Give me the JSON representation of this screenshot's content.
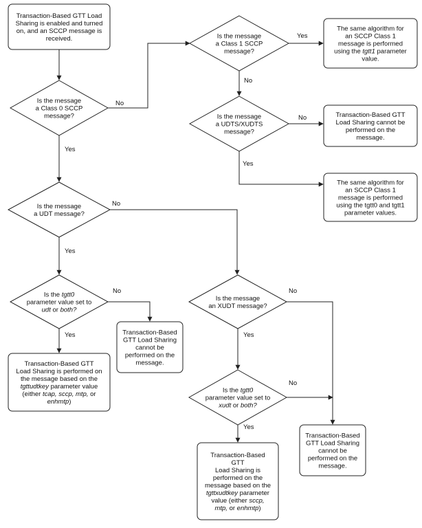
{
  "diagram": {
    "nodes": [
      {
        "id": "start",
        "shape": "process",
        "lines": [
          [
            {
              "t": "Transaction-Based GTT Load"
            }
          ],
          [
            {
              "t": "Sharing is enabled and turned"
            }
          ],
          [
            {
              "t": "on, and an SCCP message is"
            }
          ],
          [
            {
              "t": "received."
            }
          ]
        ]
      },
      {
        "id": "q_class0",
        "shape": "decision",
        "lines": [
          [
            {
              "t": "Is the message"
            }
          ],
          [
            {
              "t": "a Class 0 SCCP"
            }
          ],
          [
            {
              "t": "message?"
            }
          ]
        ]
      },
      {
        "id": "q_class1",
        "shape": "decision",
        "lines": [
          [
            {
              "t": "Is the message"
            }
          ],
          [
            {
              "t": "a Class 1 SCCP"
            }
          ],
          [
            {
              "t": "message?"
            }
          ]
        ]
      },
      {
        "id": "r_class1_tgtt1",
        "shape": "process",
        "lines": [
          [
            {
              "t": "The same algorithm for"
            }
          ],
          [
            {
              "t": "an SCCP Class 1"
            }
          ],
          [
            {
              "t": "message is performed"
            }
          ],
          [
            {
              "t": "using the "
            },
            {
              "t": "tgtt1",
              "i": true
            },
            {
              "t": " parameter"
            }
          ],
          [
            {
              "t": "value."
            }
          ]
        ]
      },
      {
        "id": "q_udts",
        "shape": "decision",
        "lines": [
          [
            {
              "t": "Is the message"
            }
          ],
          [
            {
              "t": "a UDTS/XUDTS"
            }
          ],
          [
            {
              "t": "message?"
            }
          ]
        ]
      },
      {
        "id": "r_udts_no",
        "shape": "process",
        "lines": [
          [
            {
              "t": "Transaction-Based GTT"
            }
          ],
          [
            {
              "t": "Load Sharing cannot be"
            }
          ],
          [
            {
              "t": "performed on the"
            }
          ],
          [
            {
              "t": "message."
            }
          ]
        ]
      },
      {
        "id": "r_udts_yes",
        "shape": "process",
        "lines": [
          [
            {
              "t": "The same algorithm for"
            }
          ],
          [
            {
              "t": "an SCCP Class 1"
            }
          ],
          [
            {
              "t": "message is performed"
            }
          ],
          [
            {
              "t": "using the tgtt0 and tgtt1"
            }
          ],
          [
            {
              "t": "parameter values."
            }
          ]
        ]
      },
      {
        "id": "q_udt",
        "shape": "decision",
        "lines": [
          [
            {
              "t": "Is the message"
            }
          ],
          [
            {
              "t": "a UDT message?"
            }
          ]
        ]
      },
      {
        "id": "q_tgtt0_udt",
        "shape": "decision",
        "lines": [
          [
            {
              "t": "Is the "
            },
            {
              "t": "tgtt0",
              "i": true
            }
          ],
          [
            {
              "t": "parameter value set to"
            }
          ],
          [
            {
              "t": "udt",
              "i": true
            },
            {
              "t": " or "
            },
            {
              "t": "both?",
              "i": true
            }
          ]
        ]
      },
      {
        "id": "r_udt_no",
        "shape": "process",
        "lines": [
          [
            {
              "t": "Transaction-Based"
            }
          ],
          [
            {
              "t": "GTT Load Sharing"
            }
          ],
          [
            {
              "t": "cannot be"
            }
          ],
          [
            {
              "t": "performed on the"
            }
          ],
          [
            {
              "t": "message."
            }
          ]
        ]
      },
      {
        "id": "r_udt_yes",
        "shape": "process",
        "lines": [
          [
            {
              "t": "Transaction-Based GTT"
            }
          ],
          [
            {
              "t": "Load Sharing is performed on"
            }
          ],
          [
            {
              "t": "the message based on the"
            }
          ],
          [
            {
              "t": "tgttudtkey",
              "i": true
            },
            {
              "t": " parameter value"
            }
          ],
          [
            {
              "t": "(either "
            },
            {
              "t": "tcap, sccp, mtp,",
              "i": true
            },
            {
              "t": " or"
            }
          ],
          [
            {
              "t": "enhmtp",
              "i": true
            },
            {
              "t": ")"
            }
          ]
        ]
      },
      {
        "id": "q_xudt",
        "shape": "decision",
        "lines": [
          [
            {
              "t": "Is the message"
            }
          ],
          [
            {
              "t": "an XUDT message?"
            }
          ]
        ]
      },
      {
        "id": "q_tgtt0_xudt",
        "shape": "decision",
        "lines": [
          [
            {
              "t": "Is the "
            },
            {
              "t": "tgtt0",
              "i": true
            }
          ],
          [
            {
              "t": "parameter value set to"
            }
          ],
          [
            {
              "t": "xudt",
              "i": true
            },
            {
              "t": " or "
            },
            {
              "t": "both?",
              "i": true
            }
          ]
        ]
      },
      {
        "id": "r_xudt_no",
        "shape": "process",
        "lines": [
          [
            {
              "t": "Transaction-Based"
            }
          ],
          [
            {
              "t": "GTT Load Sharing"
            }
          ],
          [
            {
              "t": "cannot be"
            }
          ],
          [
            {
              "t": "performed on the"
            }
          ],
          [
            {
              "t": "message."
            }
          ]
        ]
      },
      {
        "id": "r_xudt_yes",
        "shape": "process",
        "lines": [
          [
            {
              "t": "Transaction-Based"
            }
          ],
          [
            {
              "t": "GTT"
            }
          ],
          [
            {
              "t": "Load Sharing is"
            }
          ],
          [
            {
              "t": "performed on the"
            }
          ],
          [
            {
              "t": "message based on the"
            }
          ],
          [
            {
              "t": "tgttxudtkey",
              "i": true
            },
            {
              "t": " parameter"
            }
          ],
          [
            {
              "t": "value (either "
            },
            {
              "t": "sccp,",
              "i": true
            }
          ],
          [
            {
              "t": "mtp,",
              "i": true
            },
            {
              "t": " or "
            },
            {
              "t": "enhmtp",
              "i": true
            },
            {
              "t": ")"
            }
          ]
        ]
      }
    ],
    "edges": [
      {
        "from": "start",
        "to": "q_class0",
        "label": ""
      },
      {
        "from": "q_class0",
        "to": "q_class1",
        "label": "No"
      },
      {
        "from": "q_class1",
        "to": "r_class1_tgtt1",
        "label": "Yes"
      },
      {
        "from": "q_class1",
        "to": "q_udts",
        "label": "No"
      },
      {
        "from": "q_udts",
        "to": "r_udts_no",
        "label": "No"
      },
      {
        "from": "q_udts",
        "to": "r_udts_yes",
        "label": "Yes"
      },
      {
        "from": "q_class0",
        "to": "q_udt",
        "label": "Yes"
      },
      {
        "from": "q_udt",
        "to": "q_tgtt0_udt",
        "label": "Yes"
      },
      {
        "from": "q_udt",
        "to": "q_xudt",
        "label": "No"
      },
      {
        "from": "q_tgtt0_udt",
        "to": "r_udt_yes",
        "label": "Yes"
      },
      {
        "from": "q_tgtt0_udt",
        "to": "r_udt_no",
        "label": "No"
      },
      {
        "from": "q_xudt",
        "to": "q_tgtt0_xudt",
        "label": "Yes"
      },
      {
        "from": "q_xudt",
        "to": "r_xudt_no",
        "label": "No"
      },
      {
        "from": "q_tgtt0_xudt",
        "to": "r_xudt_yes",
        "label": "Yes"
      },
      {
        "from": "q_tgtt0_xudt",
        "to": "r_xudt_no",
        "label": "No"
      }
    ]
  }
}
